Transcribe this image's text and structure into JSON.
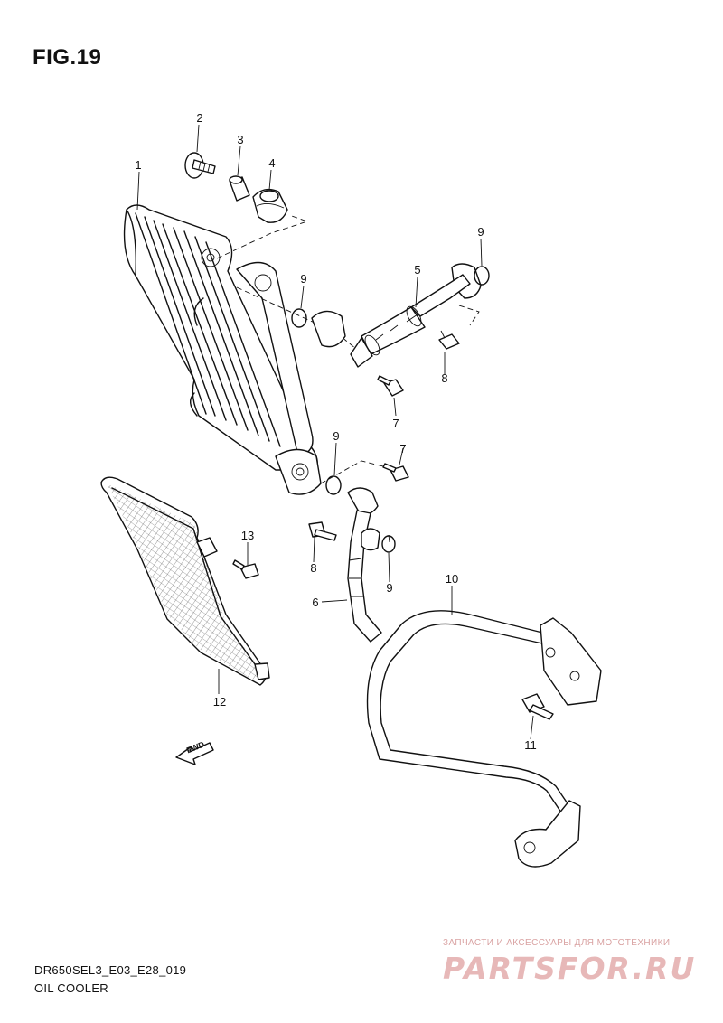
{
  "figure": {
    "title": "FIG.19"
  },
  "callouts": [
    {
      "id": "1",
      "label": "1"
    },
    {
      "id": "2",
      "label": "2"
    },
    {
      "id": "3",
      "label": "3"
    },
    {
      "id": "4",
      "label": "4"
    },
    {
      "id": "5",
      "label": "5"
    },
    {
      "id": "6",
      "label": "6"
    },
    {
      "id": "7a",
      "label": "7"
    },
    {
      "id": "7b",
      "label": "7"
    },
    {
      "id": "8a",
      "label": "8"
    },
    {
      "id": "8b",
      "label": "8"
    },
    {
      "id": "9a",
      "label": "9"
    },
    {
      "id": "9b",
      "label": "9"
    },
    {
      "id": "9c",
      "label": "9"
    },
    {
      "id": "9d",
      "label": "9"
    },
    {
      "id": "10",
      "label": "10"
    },
    {
      "id": "11",
      "label": "11"
    },
    {
      "id": "12",
      "label": "12"
    },
    {
      "id": "13",
      "label": "13"
    }
  ],
  "fwd_marker": {
    "label": "FWD"
  },
  "footer": {
    "code": "DR650SEL3_E03_E28_019",
    "name": "OIL COOLER"
  },
  "watermark": {
    "tagline": "ЗАПЧАСТИ И АКСЕССУАРЫ ДЛЯ МОТОТЕХНИКИ",
    "logo": "PARTSFOR.RU"
  }
}
